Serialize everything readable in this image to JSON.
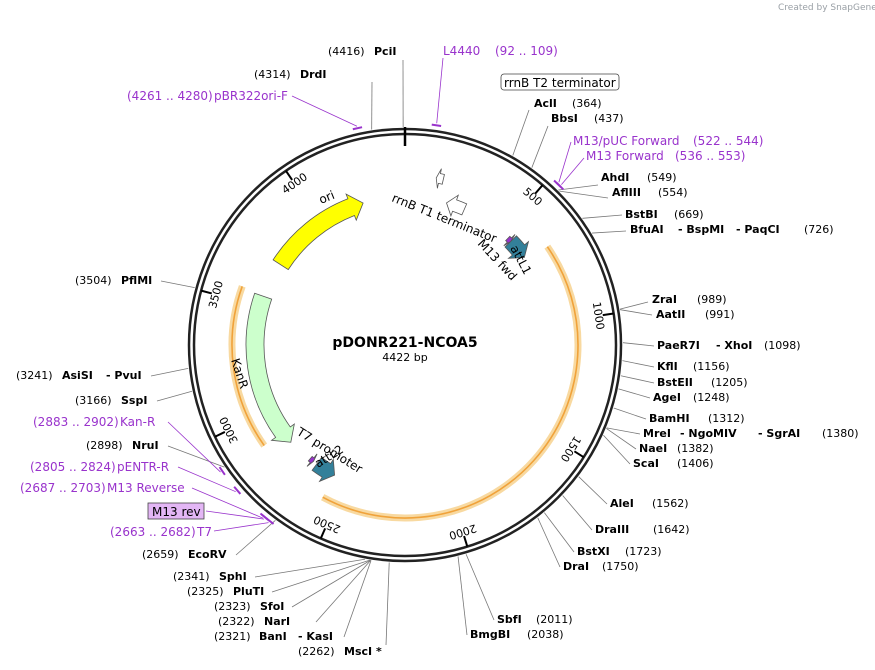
{
  "credit": "Created by SnapGene",
  "plasmid": {
    "name": "pDONR221-NCOA5",
    "size": "4422 bp",
    "length_bp": 4422
  },
  "ticks": [
    "500",
    "1000",
    "1500",
    "2000",
    "2500",
    "3000",
    "3500",
    "4000"
  ],
  "features": [
    {
      "label": "ori",
      "bp_start": 3720,
      "bp_end": 4220,
      "color": "#ffff00",
      "strand": "+"
    },
    {
      "label": "KanR",
      "bp_start": 2820,
      "bp_end": 3550,
      "color": "#ccffcc",
      "strand": "-"
    },
    {
      "label": "rrnB T1 terminator",
      "bp_start": 200,
      "bp_end": 290,
      "color": "#ffffff",
      "strand": "-"
    },
    {
      "label": "rrnB T2 terminator",
      "bp_start": 130,
      "bp_end": 160,
      "color": "#ffffff",
      "strand": "-"
    },
    {
      "label": "attL1",
      "bp_start": 560,
      "bp_end": 660,
      "color": "#33809a",
      "strand": "+"
    },
    {
      "label": "attL2",
      "bp_start": 2560,
      "bp_end": 2660,
      "color": "#33809a",
      "strand": "-"
    },
    {
      "label": "M13 fwd",
      "bp_start": 540,
      "bp_end": 560,
      "color": "#9933cc",
      "strand": "+"
    },
    {
      "label": "T7 promoter",
      "bp_start": 2680,
      "bp_end": 2700,
      "color": "#9933cc",
      "strand": "-"
    }
  ],
  "orange_arcs": [
    {
      "bp_start": 680,
      "bp_end": 2560
    },
    {
      "bp_start": 2880,
      "bp_end": 3560
    }
  ],
  "enzymes": [
    {
      "name": "PciI",
      "pos": "(4416)"
    },
    {
      "name": "DrdI",
      "pos": "(4314)"
    },
    {
      "name": "AclI",
      "pos": "(364)"
    },
    {
      "name": "BbsI",
      "pos": "(437)"
    },
    {
      "name": "AhdI",
      "pos": "(549)"
    },
    {
      "name": "AflIII",
      "pos": "(554)"
    },
    {
      "name": "BstBI",
      "pos": "(669)"
    },
    {
      "name": "BfuAI",
      "extra": [
        "BspMI",
        "PaqCI"
      ],
      "pos": "(726)"
    },
    {
      "name": "ZraI",
      "pos": "(989)"
    },
    {
      "name": "AatII",
      "pos": "(991)"
    },
    {
      "name": "PaeR7I",
      "extra": [
        "XhoI"
      ],
      "pos": "(1098)"
    },
    {
      "name": "KflI",
      "pos": "(1156)"
    },
    {
      "name": "BstEII",
      "pos": "(1205)"
    },
    {
      "name": "AgeI",
      "pos": "(1248)"
    },
    {
      "name": "BamHI",
      "pos": "(1312)"
    },
    {
      "name": "MreI",
      "extra": [
        "NgoMIV",
        "SgrAI"
      ],
      "pos": "(1380)"
    },
    {
      "name": "NaeI",
      "pos": "(1382)"
    },
    {
      "name": "ScaI",
      "pos": "(1406)"
    },
    {
      "name": "AleI",
      "pos": "(1562)"
    },
    {
      "name": "DraIII",
      "pos": "(1642)"
    },
    {
      "name": "BstXI",
      "pos": "(1723)"
    },
    {
      "name": "DraI",
      "pos": "(1750)"
    },
    {
      "name": "SbfI",
      "pos": "(2011)"
    },
    {
      "name": "BmgBI",
      "pos": "(2038)"
    },
    {
      "name": "MscI",
      "suffix": "*",
      "pos": "(2262)"
    },
    {
      "name": "BanI",
      "extra": [
        "KasI"
      ],
      "pos": "(2321)"
    },
    {
      "name": "NarI",
      "pos": "(2322)"
    },
    {
      "name": "SfoI",
      "pos": "(2323)"
    },
    {
      "name": "PluTI",
      "pos": "(2325)"
    },
    {
      "name": "SphI",
      "pos": "(2341)"
    },
    {
      "name": "EcoRV",
      "pos": "(2659)"
    },
    {
      "name": "NruI",
      "pos": "(2898)"
    },
    {
      "name": "SspI",
      "pos": "(3166)"
    },
    {
      "name": "AsiSI",
      "extra": [
        "PvuI"
      ],
      "pos": "(3241)"
    },
    {
      "name": "PflMI",
      "pos": "(3504)"
    }
  ],
  "primers": [
    {
      "name": "L4440",
      "range": "(92 .. 109)"
    },
    {
      "name": "pBR322ori-F",
      "range": "(4261 .. 4280)"
    },
    {
      "name": "M13/pUC Forward",
      "range": "(522 .. 544)"
    },
    {
      "name": "M13 Forward",
      "range": "(536 .. 553)"
    },
    {
      "name": "Kan-R",
      "range": "(2883 .. 2902)"
    },
    {
      "name": "pENTR-R",
      "range": "(2805 .. 2824)"
    },
    {
      "name": "M13 Reverse",
      "range": "(2687 .. 2703)"
    },
    {
      "name": "T7",
      "range": "(2663 .. 2682)"
    },
    {
      "name": "M13 rev"
    }
  ]
}
